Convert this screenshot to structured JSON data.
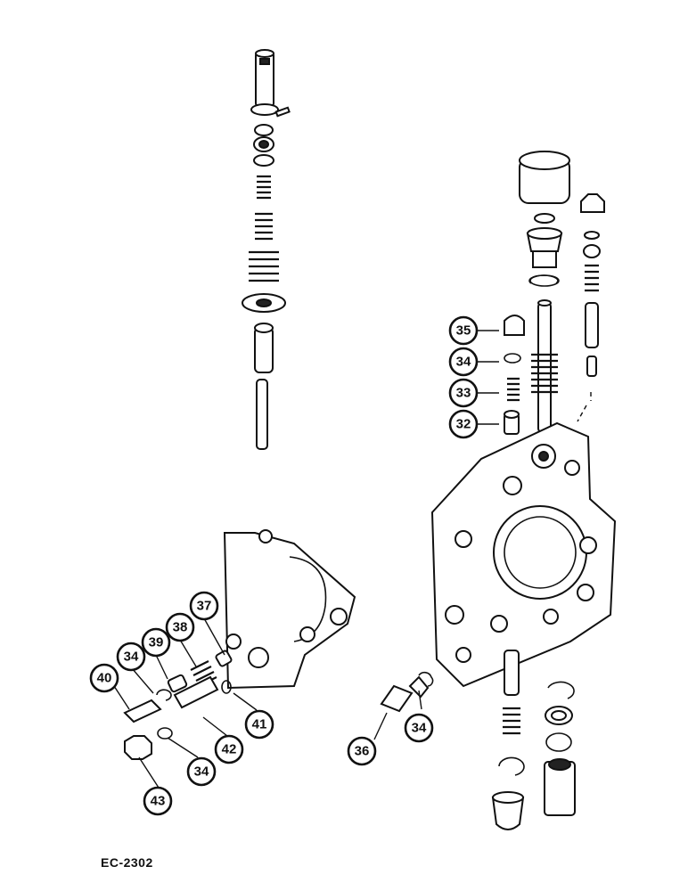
{
  "reference_code": "EC-2302",
  "callouts": [
    {
      "label": "35"
    },
    {
      "label": "34"
    },
    {
      "label": "33"
    },
    {
      "label": "32"
    },
    {
      "label": "37"
    },
    {
      "label": "38"
    },
    {
      "label": "39"
    },
    {
      "label": "34"
    },
    {
      "label": "40"
    },
    {
      "label": "41"
    },
    {
      "label": "42"
    },
    {
      "label": "34"
    },
    {
      "label": "43"
    },
    {
      "label": "36"
    },
    {
      "label": "34"
    }
  ]
}
